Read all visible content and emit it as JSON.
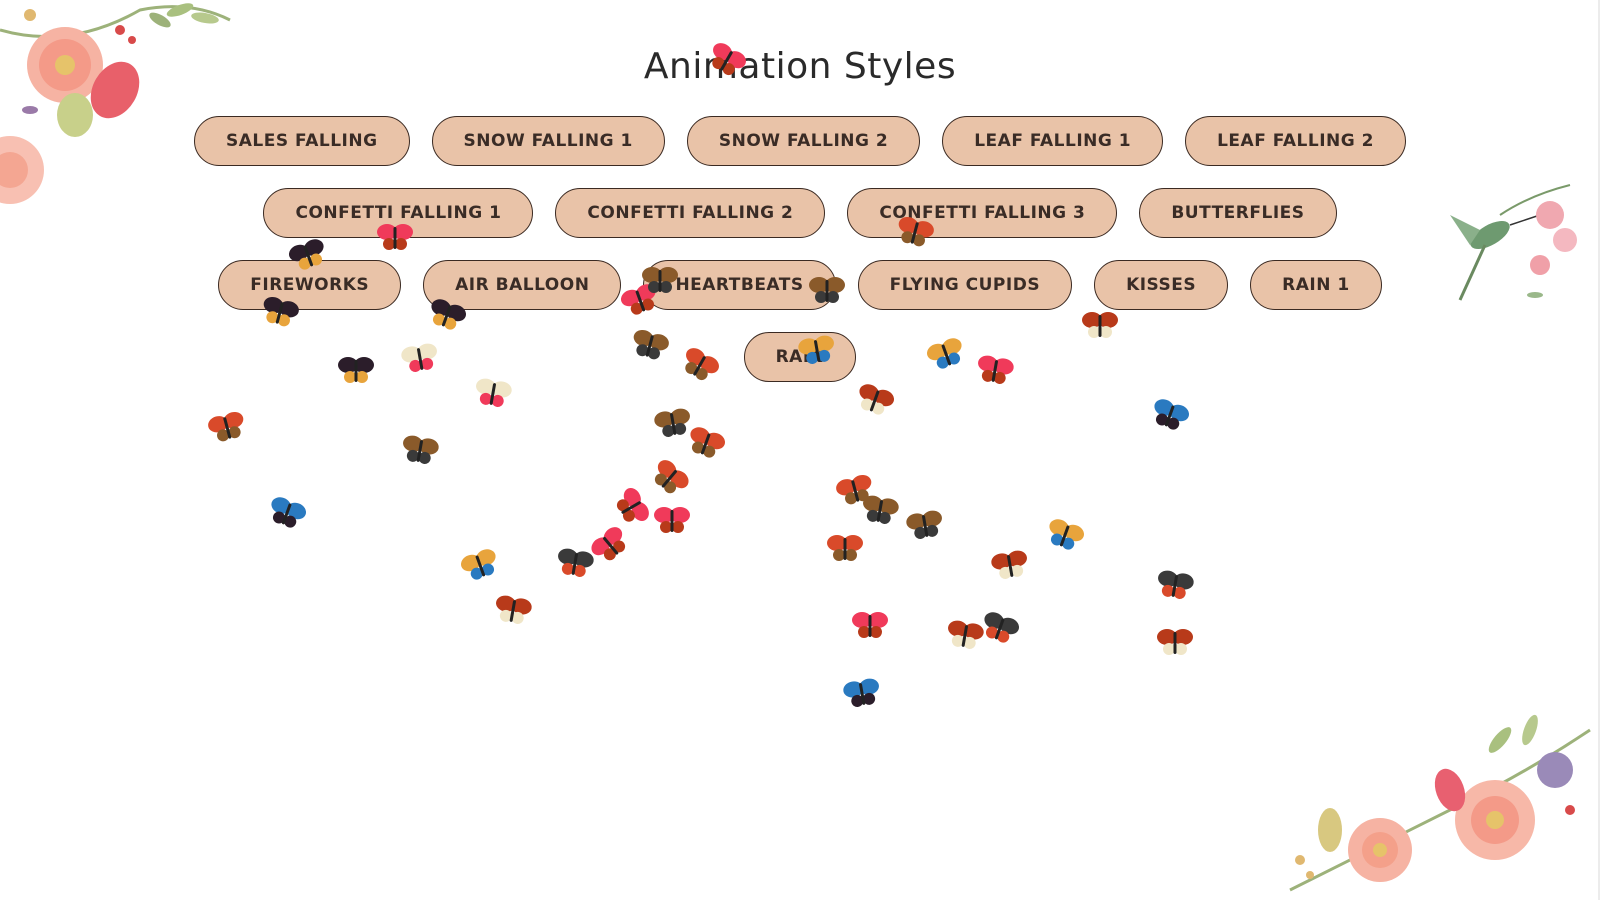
{
  "page": {
    "title": "Animation Styles"
  },
  "buttons": {
    "row1": [
      "SALES FALLING",
      "SNOW FALLING 1",
      "SNOW FALLING 2",
      "LEAF FALLING 1",
      "LEAF FALLING 2"
    ],
    "row2": [
      "CONFETTI FALLING 1",
      "CONFETTI FALLING 2",
      "CONFETTI FALLING 3",
      "BUTTERFLIES"
    ],
    "row3": [
      "FIREWORKS",
      "AIR BALLOON",
      "HEARTBEATS",
      "FLYING CUPIDS",
      "KISSES",
      "RAIN 1"
    ],
    "row4": [
      "RAIN"
    ]
  },
  "colors": {
    "button_bg": "#e9c3a8",
    "button_border": "#3b2a22",
    "butterfly_palette": [
      "#2b1d2a",
      "#d94a2a",
      "#f0e6c8",
      "#e8a43c",
      "#8a5a2a",
      "#f03a5a",
      "#2a7ac0",
      "#3a3a3a",
      "#b83a1a"
    ]
  },
  "decorations": [
    "flower-corner-top-left",
    "hummingbird-flowers-right",
    "flower-corner-bottom-right",
    "falling-butterflies"
  ]
}
